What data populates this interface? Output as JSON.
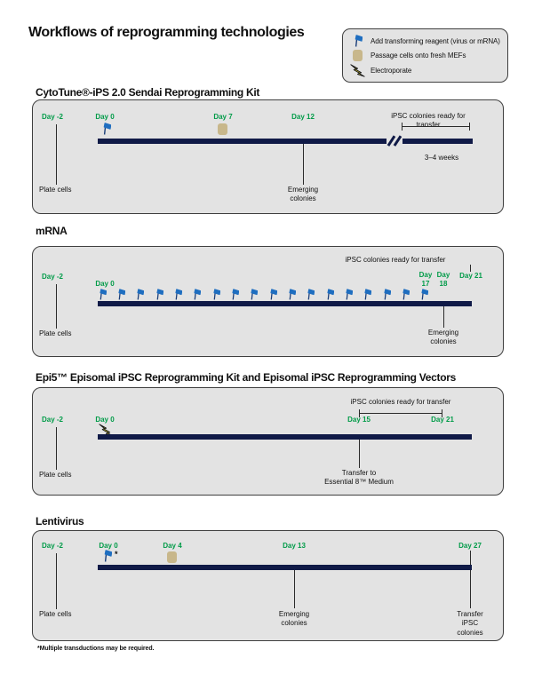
{
  "page": {
    "title": "Workflows of reprogramming technologies",
    "footnote": "*Multiple transductions may be required."
  },
  "legend": {
    "items": [
      {
        "icon": "flag-icon",
        "label": "Add transforming reagent (virus or mRNA)"
      },
      {
        "icon": "passage-icon",
        "label": "Passage cells onto fresh MEFs"
      },
      {
        "icon": "electroporate-icon",
        "label": "Electroporate"
      }
    ]
  },
  "panels": {
    "cytotune": {
      "title": "CytoTune®-iPS 2.0 Sendai Reprogramming Kit",
      "day_minus2": "Day -2",
      "day_0": "Day 0",
      "day_7": "Day 7",
      "day_12": "Day 12",
      "ipsc_ready": "iPSC colonies ready for transfer",
      "duration": "3–4 weeks",
      "plate_cells": "Plate cells",
      "emerging": "Emerging\ncolonies"
    },
    "mrna": {
      "title": "mRNA",
      "day_minus2": "Day -2",
      "day_0": "Day 0",
      "day_17": "Day\n17",
      "day_18": "Day\n18",
      "day_21": "Day 21",
      "ipsc_ready": "iPSC colonies ready for transfer",
      "plate_cells": "Plate cells",
      "emerging": "Emerging\ncolonies",
      "flag_count": 18
    },
    "epi5": {
      "title": "Epi5™ Episomal iPSC Reprogramming Kit and Episomal iPSC Reprogramming Vectors",
      "day_minus2": "Day -2",
      "day_0": "Day 0",
      "day_15": "Day 15",
      "day_21": "Day 21",
      "ipsc_ready": "iPSC colonies ready for transfer",
      "plate_cells": "Plate cells",
      "transfer": "Transfer to\nEssential 8™ Medium"
    },
    "lentivirus": {
      "title": "Lentivirus",
      "day_minus2": "Day -2",
      "day_0": "Day 0",
      "day_0_footnote_mark": "*",
      "day_4": "Day 4",
      "day_13": "Day 13",
      "day_27": "Day 27",
      "plate_cells": "Plate cells",
      "emerging": "Emerging\ncolonies",
      "transfer": "Transfer iPSC\ncolonies"
    }
  },
  "colors": {
    "panel_bg": "#e3e3e3",
    "panel_border": "#3f3f3f",
    "timeline_navy": "#101a47",
    "day_label_green": "#009b48",
    "flag_blue": "#1f6ec0",
    "passage_tan": "#c8b78b",
    "bolt_yellow": "#e9d83a"
  }
}
